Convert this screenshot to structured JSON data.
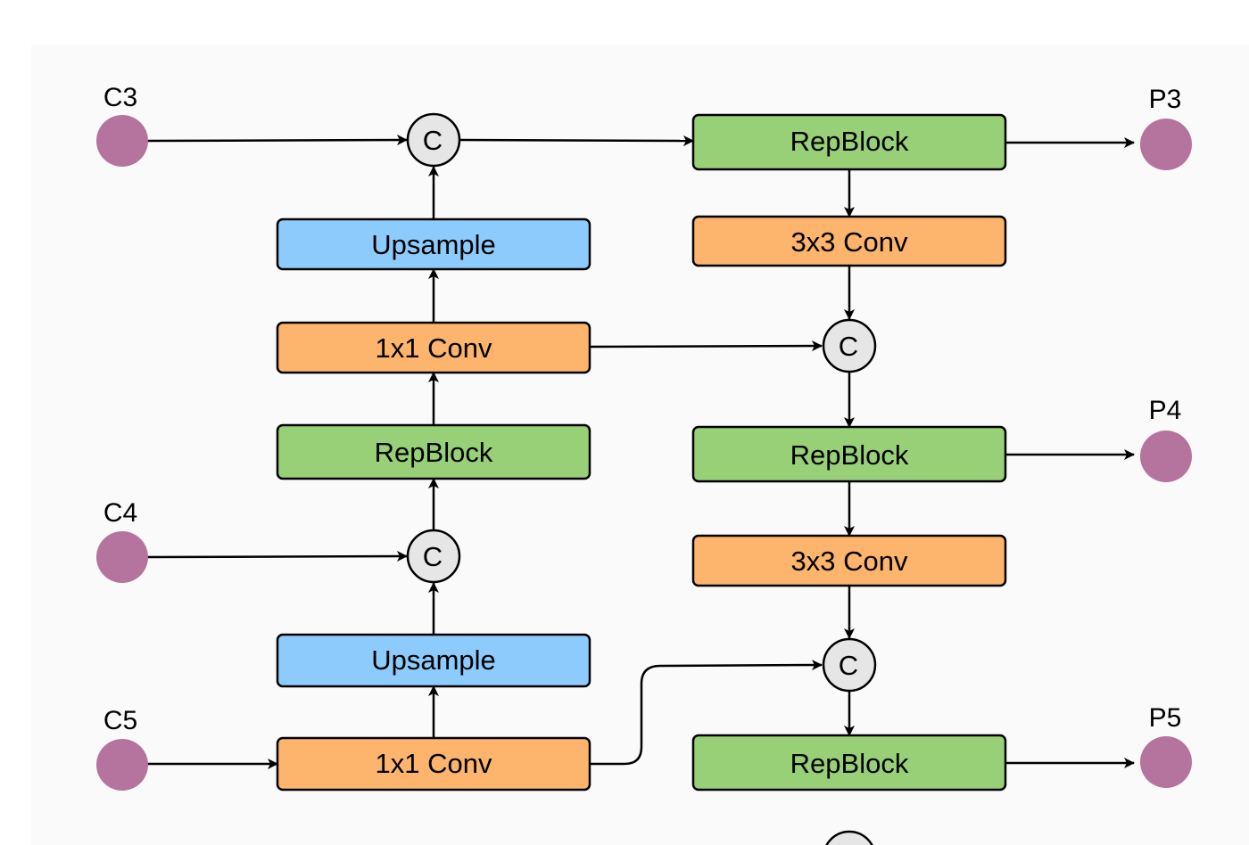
{
  "colors": {
    "conv": "#fdb46c",
    "upsample": "#8ecbfd",
    "repblock": "#97d077",
    "concat": "#e6e6e6",
    "port": "#b5749d"
  },
  "inputs": {
    "c3": "C3",
    "c4": "C4",
    "c5": "C5"
  },
  "outputs": {
    "p3": "P3",
    "p4": "P4",
    "p5": "P5"
  },
  "concat_symbol": "C",
  "left_column": {
    "upsample_top": "Upsample",
    "conv1x1_top": "1x1 Conv",
    "repblock": "RepBlock",
    "upsample_bottom": "Upsample",
    "conv1x1_bottom": "1x1 Conv"
  },
  "right_column": {
    "repblock_top": "RepBlock",
    "conv3x3_top": "3x3 Conv",
    "repblock_mid": "RepBlock",
    "conv3x3_bottom": "3x3 Conv",
    "repblock_bottom": "RepBlock"
  }
}
